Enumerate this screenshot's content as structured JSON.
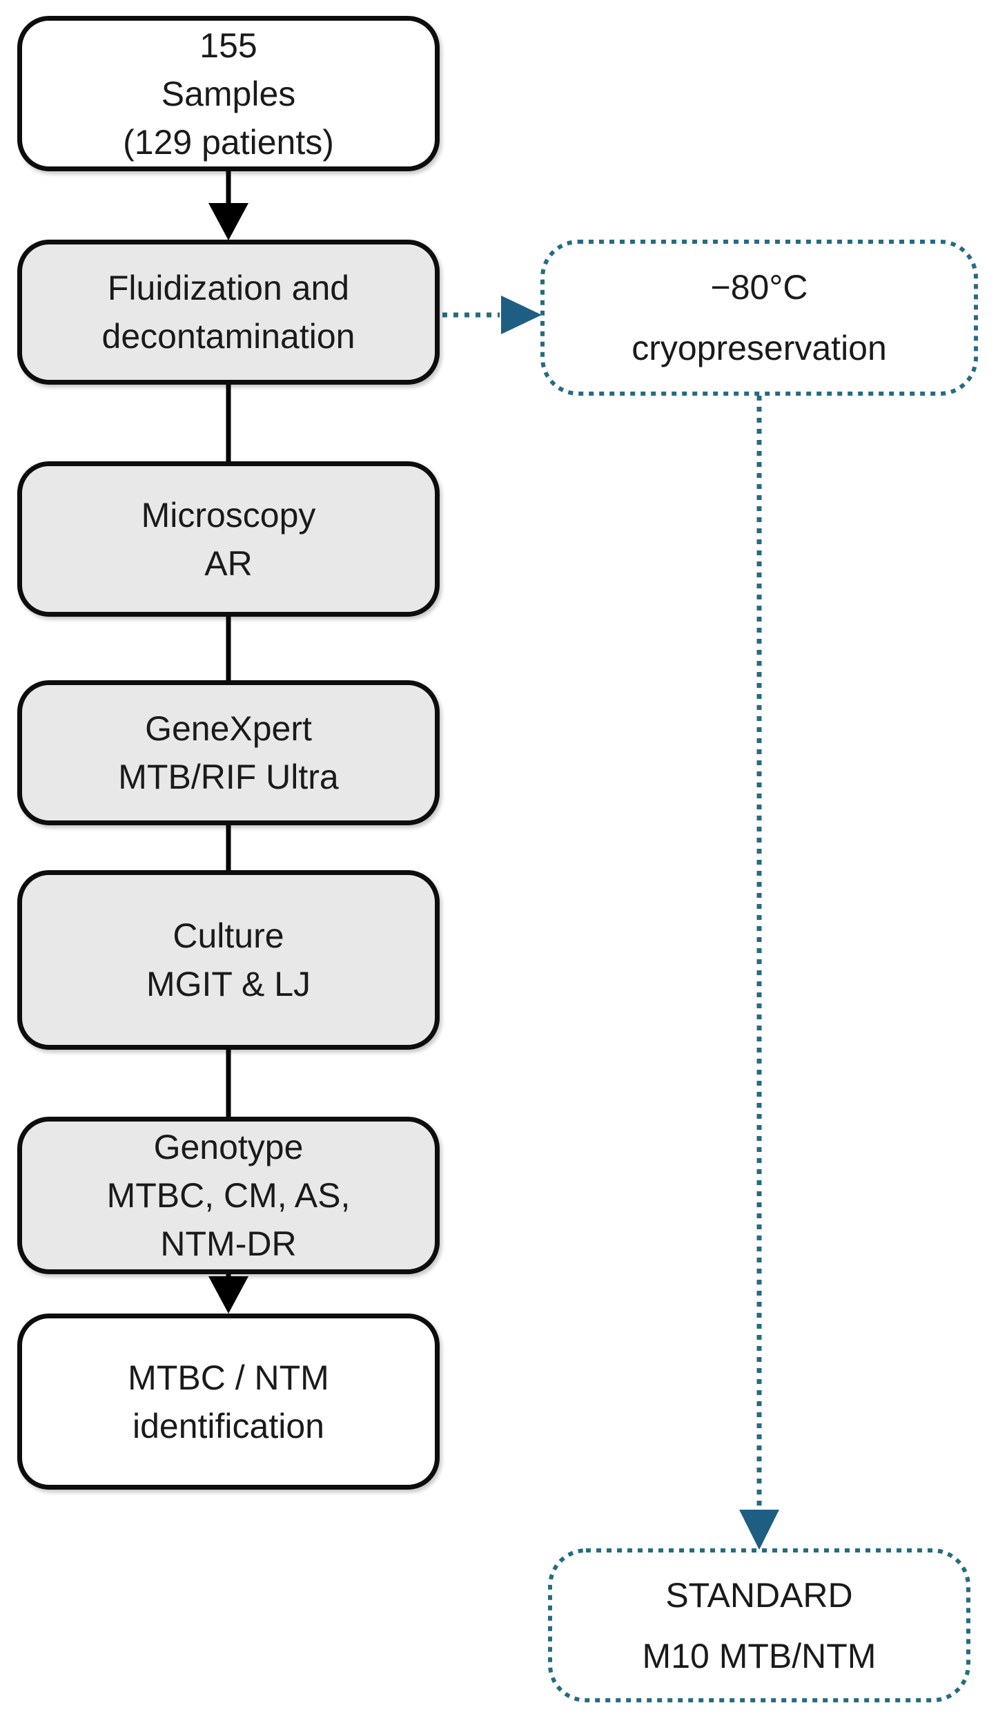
{
  "figure": {
    "type": "flowchart",
    "colors": {
      "background": "#ffffff",
      "node_border": "#0d0d0d",
      "node_fill_white": "#ffffff",
      "node_fill_gray": "#e8e8e8",
      "text": "#1a1a1a",
      "connector": "#000000",
      "dotted": "#266b80",
      "dotted_arrow": "#1f5e83"
    },
    "nodes": [
      {
        "id": "samples",
        "label": "155\nSamples\n(129 patients)"
      },
      {
        "id": "fluidization",
        "label": "Fluidization and\ndecontamination"
      },
      {
        "id": "microscopy",
        "label": "Microscopy\nAR"
      },
      {
        "id": "genexpert",
        "label": "GeneXpert\nMTB/RIF Ultra"
      },
      {
        "id": "culture",
        "label": "Culture\nMGIT & LJ"
      },
      {
        "id": "genotype",
        "label": "Genotype\nMTBC, CM, AS,\nNTM-DR"
      },
      {
        "id": "identification",
        "label": "MTBC / NTM\nidentification"
      },
      {
        "id": "cryopreservation",
        "label": "−80°C\ncryopreservation"
      },
      {
        "id": "standard",
        "label": "STANDARD\nM10 MTB/NTM"
      }
    ]
  }
}
